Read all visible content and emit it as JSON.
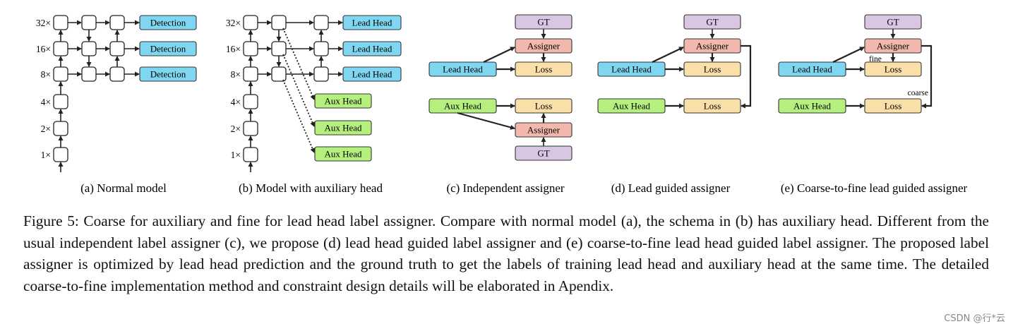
{
  "panel_a": {
    "scales": [
      "32×",
      "16×",
      "8×",
      "4×",
      "2×",
      "1×"
    ],
    "head_label": "Detection",
    "caption": "(a) Normal model"
  },
  "panel_b": {
    "scales": [
      "32×",
      "16×",
      "8×",
      "4×",
      "2×",
      "1×"
    ],
    "lead_label": "Lead Head",
    "aux_label": "Aux Head",
    "caption": "(b) Model with auxiliary head"
  },
  "panel_c": {
    "gt": "GT",
    "assigner": "Assigner",
    "loss": "Loss",
    "lead": "Lead Head",
    "aux": "Aux Head",
    "caption": "(c) Independent assigner"
  },
  "panel_d": {
    "gt": "GT",
    "assigner": "Assigner",
    "loss": "Loss",
    "lead": "Lead Head",
    "aux": "Aux Head",
    "caption": "(d) Lead guided assigner"
  },
  "panel_e": {
    "gt": "GT",
    "assigner": "Assigner",
    "loss": "Loss",
    "lead": "Lead Head",
    "aux": "Aux Head",
    "fine": "fine",
    "coarse": "coarse",
    "caption": "(e) Coarse-to-fine lead guided assigner"
  },
  "colors": {
    "detection": "#7fd6f0",
    "lead": "#7fd6f0",
    "aux": "#b5f07f",
    "gt": "#d8c6e2",
    "assigner": "#f2b8ad",
    "loss": "#fbdfa8"
  },
  "figure_caption": "Figure 5: Coarse for auxiliary and fine for lead head label assigner. Compare with normal model (a), the schema in (b) has auxiliary head. Different from the usual independent label assigner (c), we propose (d) lead head guided label assigner and (e) coarse-to-fine lead head guided label assigner. The proposed label assigner is optimized by lead head prediction and the ground truth to get the labels of training lead head and auxiliary head at the same time. The detailed coarse-to-fine implementation method and constraint design details will be elaborated in Apendix.",
  "watermark": "CSDN @行*云"
}
